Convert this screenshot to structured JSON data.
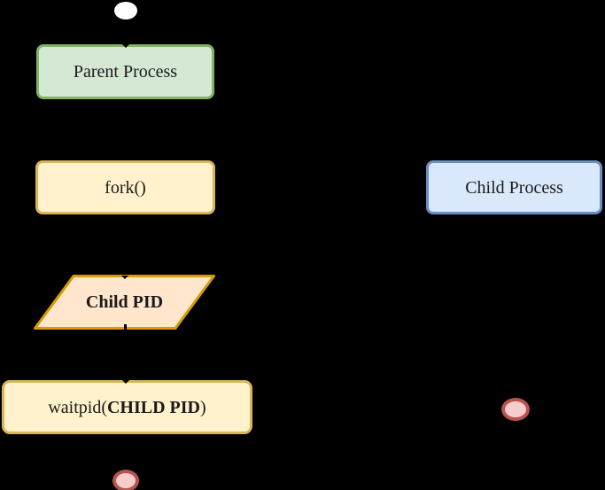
{
  "canvas": {
    "background": "#000000",
    "text_color": "#1a1a1a"
  },
  "nodes": {
    "start": {
      "shape": "ellipse",
      "label": "",
      "fill": "#ffffff",
      "stroke": "#ffffff"
    },
    "parent": {
      "shape": "rounded-rectangle",
      "label": "Parent Process",
      "fill": "#d5e8d4",
      "stroke": "#82b366"
    },
    "fork": {
      "shape": "rounded-rectangle",
      "label": "fork()",
      "fill": "#fff2cc",
      "stroke": "#d6b656"
    },
    "child": {
      "shape": "rounded-rectangle",
      "label": "Child Process",
      "fill": "#dae8fc",
      "stroke": "#6c8ebf"
    },
    "child_pid": {
      "shape": "parallelogram",
      "label": "Child PID",
      "bold": true,
      "fill": "#ffe6cc",
      "stroke": "#d79b00"
    },
    "waitpid": {
      "shape": "rounded-rectangle",
      "label_pre": "waitpid(",
      "label_bold": "CHILD PID",
      "label_post": ")",
      "fill": "#fff2cc",
      "stroke": "#d6b656"
    },
    "end_parent": {
      "shape": "ellipse",
      "label": "",
      "fill": "#f8cecc",
      "stroke": "#b85450"
    },
    "end_child": {
      "shape": "ellipse",
      "label": "",
      "fill": "#f8cecc",
      "stroke": "#b85450"
    }
  },
  "edges": {
    "color": "#000000",
    "connections": [
      {
        "from": "start",
        "to": "parent"
      },
      {
        "from": "parent",
        "to": "fork"
      },
      {
        "from": "fork",
        "to": "child"
      },
      {
        "from": "fork",
        "to": "child_pid"
      },
      {
        "from": "child_pid",
        "to": "waitpid"
      },
      {
        "from": "waitpid",
        "to": "end_parent"
      },
      {
        "from": "child",
        "to": "end_child"
      }
    ]
  }
}
